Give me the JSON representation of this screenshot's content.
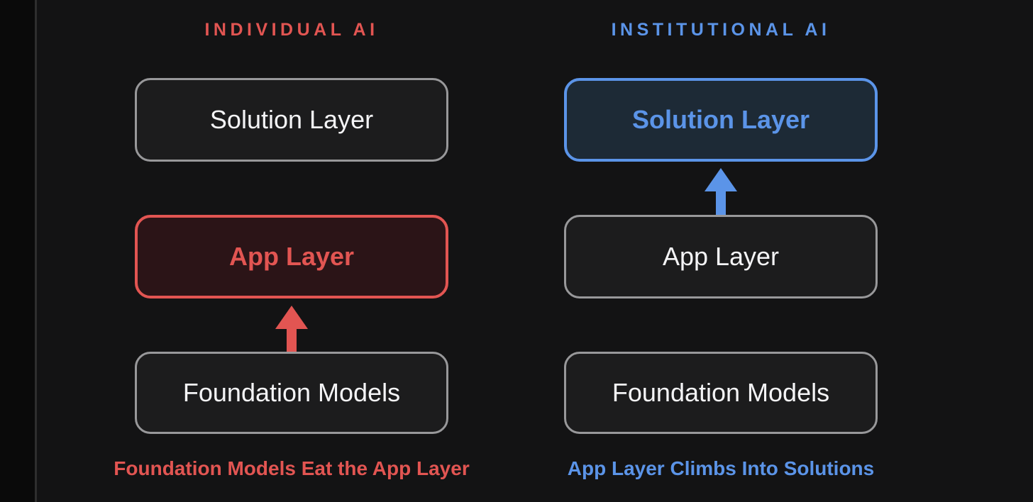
{
  "diagram": {
    "columns": [
      {
        "id": "individual-ai",
        "header": "INDIVIDUAL AI",
        "accent": "red",
        "boxes": [
          {
            "label": "Solution Layer",
            "variant": "neutral"
          },
          {
            "label": "App Layer",
            "variant": "accent-red"
          },
          {
            "label": "Foundation Models",
            "variant": "neutral"
          }
        ],
        "arrow": {
          "icon": "up-arrow-icon",
          "direction": "up",
          "color": "#e25552",
          "position": "between App Layer and Foundation Models"
        },
        "caption": "Foundation Models Eat the App Layer"
      },
      {
        "id": "institutional-ai",
        "header": "INSTITUTIONAL AI",
        "accent": "blue",
        "boxes": [
          {
            "label": "Solution Layer",
            "variant": "accent-blue"
          },
          {
            "label": "App Layer",
            "variant": "neutral"
          },
          {
            "label": "Foundation Models",
            "variant": "neutral"
          }
        ],
        "arrow": {
          "icon": "up-arrow-icon",
          "direction": "up",
          "color": "#5b94e8",
          "position": "between Solution Layer and App Layer"
        },
        "caption": "App Layer Climbs Into Solutions"
      }
    ]
  },
  "colors": {
    "bg": "#131314",
    "strip": "#0a0a0a",
    "divider": "#2e2e2e",
    "gray-border": "#98989a",
    "box-bg": "#1c1c1d",
    "text": "#f4f4f6",
    "red": "#e25552",
    "red-bg": "#2b1417",
    "blue": "#5b94e8",
    "blue-bg": "#1d2a36"
  }
}
